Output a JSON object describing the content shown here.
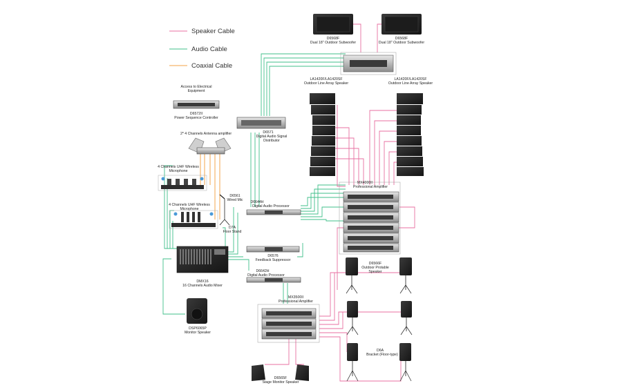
{
  "legend": {
    "speaker_cable": "Speaker Cable",
    "audio_cable": "Audio Cable",
    "coaxial_cable": "Coaxial Cable"
  },
  "colors": {
    "speaker_cable": "#e86fa0",
    "audio_cable": "#3fbf8a",
    "coaxial_cable": "#f5b56a",
    "device_dark": "#2b2b2b",
    "device_silver": "#c9c9c9"
  },
  "devices": {
    "sub_left": {
      "model": "D6568F",
      "desc": "Dual 18\" Outdoor Subwoofer"
    },
    "sub_right": {
      "model": "D6568F",
      "desc": "Dual 18\" Outdoor Subwoofer"
    },
    "line_array_left": {
      "model": "LA1420F/LA1420SF",
      "desc": "Outdoor Line Array Speaker"
    },
    "line_array_right": {
      "model": "LA1420F/LA1420SF",
      "desc": "Outdoor Line Array Speaker"
    },
    "power_seq": {
      "line1": "Access to Electrical",
      "line2": "Equipment",
      "model": "D6572II",
      "desc": "Power Sequence Controller"
    },
    "distributor": {
      "model": "D6571",
      "line1": "Digital Audio Signal",
      "line2": "Distributor"
    },
    "antenna_amp": {
      "desc": "2* 4 Channels Antenna amplifier"
    },
    "uhf_mic_1": {
      "line1": "4 Channels UHF Wireless",
      "line2": "Microphone"
    },
    "uhf_mic_2": {
      "line1": "4 Channels UHF Wireless",
      "line2": "Microphone"
    },
    "wired_mic": {
      "model": "D6561",
      "desc": "Wired Mic"
    },
    "floor_stand": {
      "model": "D7A",
      "desc": "Floor Stand"
    },
    "processor_1": {
      "model": "D6644H",
      "desc": "Digital Audio Processor"
    },
    "feedback": {
      "model": "D6576",
      "desc": "Feedback Suppressor"
    },
    "processor_2": {
      "model": "D6642H",
      "desc": "Digital Audio Processor"
    },
    "mixer": {
      "model": "DMX16",
      "desc": "16 Channels Audio Mixer"
    },
    "monitor_speaker": {
      "model": "DSP6065P",
      "desc": "Monitor Speaker"
    },
    "amp_big": {
      "model": "MX4000II",
      "desc": "Professional  Amplifier"
    },
    "amp_small": {
      "model": "MX3500II",
      "desc": "Professional  Amplifier"
    },
    "outdoor_speaker": {
      "model": "D6566F",
      "line1": "Outdoor Protable",
      "line2": "Speaker"
    },
    "bracket": {
      "model": "D6A",
      "desc": "Bracket (Floor-type)"
    },
    "stage_monitor": {
      "model": "D6565F",
      "desc": "Stage Monitor Speaker"
    }
  }
}
